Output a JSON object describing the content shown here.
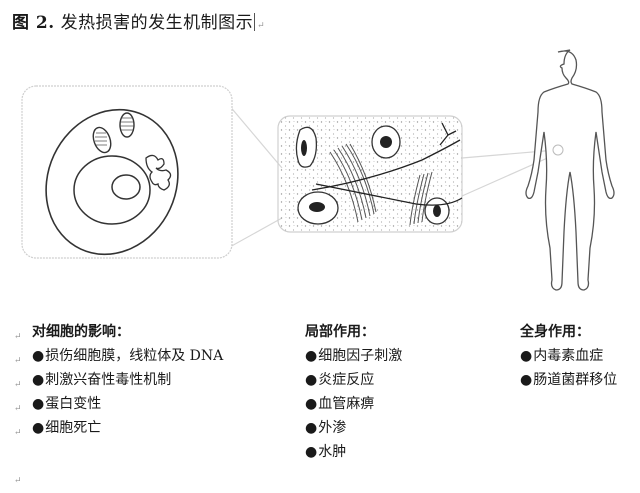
{
  "figure": {
    "title_label": "图 2.",
    "title_text": "发热损害的发生机制图示"
  },
  "panels": {
    "cell": "cell-diagram",
    "tissue": "tissue-diagram",
    "body": "human-body-outline"
  },
  "columns": {
    "cellular": {
      "heading": "对细胞的影响：",
      "items": [
        "损伤细胞膜，线粒体及 DNA",
        "刺激兴奋性毒性机制",
        "蛋白变性",
        "细胞死亡"
      ]
    },
    "local": {
      "heading": "局部作用：",
      "items": [
        "细胞因子刺激",
        "炎症反应",
        "血管麻痹",
        "外渗",
        "水肿"
      ]
    },
    "systemic": {
      "heading": "全身作用：",
      "items": [
        "内毒素血症",
        "肠道菌群移位"
      ]
    }
  },
  "marks": {
    "return": "↵"
  }
}
